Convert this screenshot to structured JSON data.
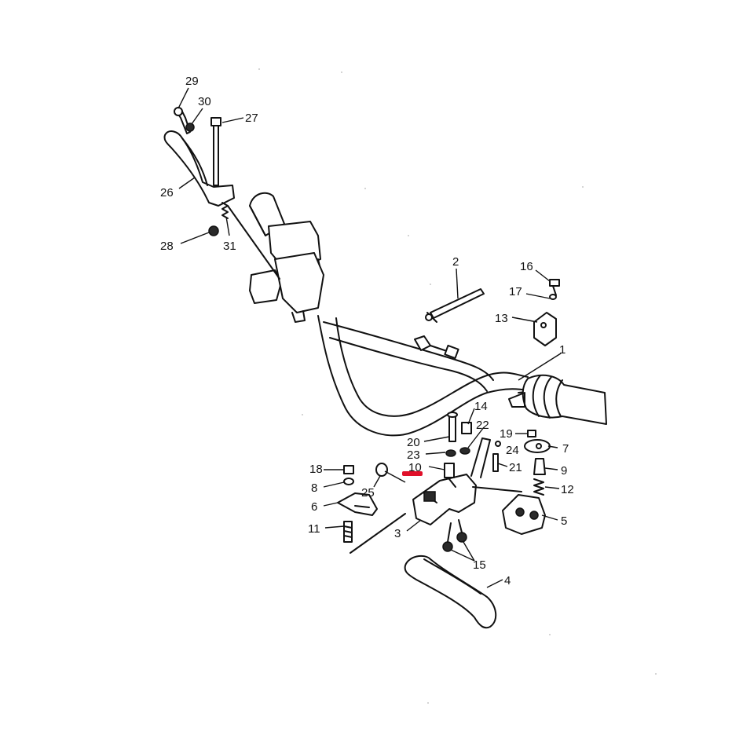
{
  "colors": {
    "ink": "#111111",
    "highlight": "#e0102a",
    "background": "#ffffff"
  },
  "callouts": [
    {
      "id": "29",
      "label": "29"
    },
    {
      "id": "30",
      "label": "30"
    },
    {
      "id": "27",
      "label": "27"
    },
    {
      "id": "26",
      "label": "26"
    },
    {
      "id": "28",
      "label": "28"
    },
    {
      "id": "31",
      "label": "31"
    },
    {
      "id": "2",
      "label": "2"
    },
    {
      "id": "16",
      "label": "16"
    },
    {
      "id": "17",
      "label": "17"
    },
    {
      "id": "13",
      "label": "13"
    },
    {
      "id": "1",
      "label": "1"
    },
    {
      "id": "14",
      "label": "14"
    },
    {
      "id": "20",
      "label": "20"
    },
    {
      "id": "22",
      "label": "22"
    },
    {
      "id": "23",
      "label": "23"
    },
    {
      "id": "10",
      "label": "10"
    },
    {
      "id": "19",
      "label": "19"
    },
    {
      "id": "24",
      "label": "24"
    },
    {
      "id": "7",
      "label": "7"
    },
    {
      "id": "21",
      "label": "21"
    },
    {
      "id": "9",
      "label": "9"
    },
    {
      "id": "12",
      "label": "12"
    },
    {
      "id": "5",
      "label": "5"
    },
    {
      "id": "18",
      "label": "18"
    },
    {
      "id": "8",
      "label": "8"
    },
    {
      "id": "6",
      "label": "6"
    },
    {
      "id": "25",
      "label": "25"
    },
    {
      "id": "11",
      "label": "11"
    },
    {
      "id": "3",
      "label": "3"
    },
    {
      "id": "15",
      "label": "15"
    },
    {
      "id": "4",
      "label": "4"
    }
  ]
}
